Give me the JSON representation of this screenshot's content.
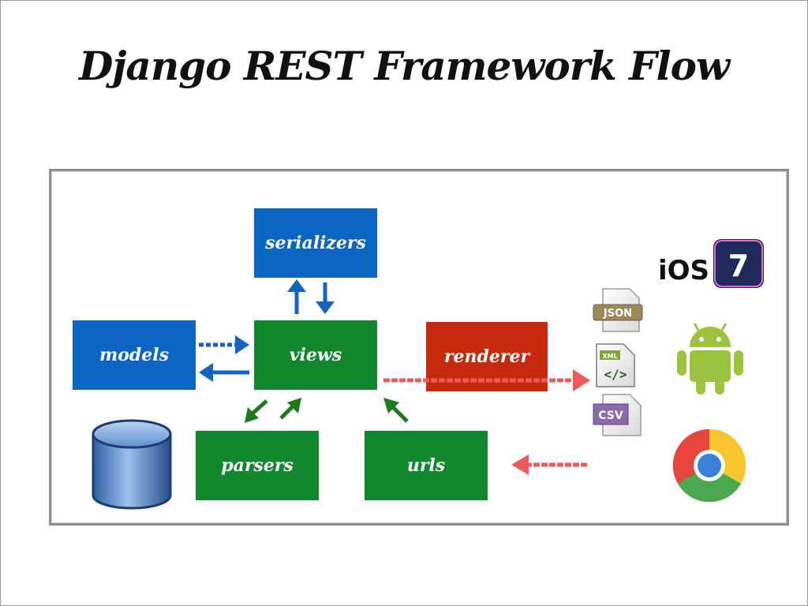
{
  "title": "Django REST Framework Flow",
  "nodes": {
    "serializers": "serializers",
    "models": "models",
    "views": "views",
    "renderer": "renderer",
    "parsers": "parsers",
    "urls": "urls"
  },
  "formats": {
    "json": "JSON",
    "xml": "XML",
    "csv": "CSV"
  },
  "clients": {
    "ios_label": "iOS",
    "ios_version": "7"
  },
  "colors": {
    "model_blue": "#0a66c2",
    "view_green": "#12882e",
    "renderer_red": "#c52a0e",
    "arrow_blue": "#1565c0",
    "arrow_green": "#1e7a1e",
    "arrow_red": "#ee5a5a"
  }
}
